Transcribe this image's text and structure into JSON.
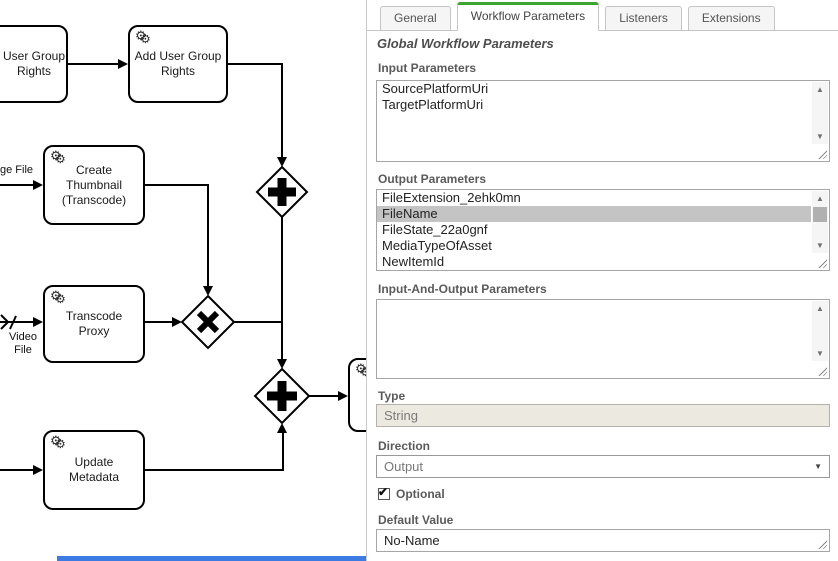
{
  "canvas": {
    "tasks": [
      {
        "label": "User Group Rights"
      },
      {
        "label": "Add User Group Rights"
      },
      {
        "label": "Create Thumbnail (Transcode)"
      },
      {
        "label": "Transcode Proxy"
      },
      {
        "label": "Update Metadata"
      },
      {
        "label": ""
      }
    ],
    "flow_labels": [
      {
        "text": "ge File"
      },
      {
        "text": "Video File"
      }
    ],
    "gateways": [
      {
        "type": "parallel-plus"
      },
      {
        "type": "exclusive-x"
      },
      {
        "type": "parallel-plus"
      }
    ]
  },
  "panel": {
    "tabs": [
      {
        "label": "General",
        "active": false
      },
      {
        "label": "Workflow Parameters",
        "active": true
      },
      {
        "label": "Listeners",
        "active": false
      },
      {
        "label": "Extensions",
        "active": false
      }
    ],
    "heading": "Global Workflow Parameters",
    "fields": {
      "input_parameters": {
        "label": "Input Parameters",
        "values": [
          "SourcePlatformUri",
          "TargetPlatformUri"
        ]
      },
      "output_parameters": {
        "label": "Output Parameters",
        "items": [
          "FileExtension_2ehk0mn",
          "FileName",
          "FileState_22a0gnf",
          "MediaTypeOfAsset",
          "NewItemId"
        ],
        "selected": "FileName"
      },
      "input_and_output_parameters": {
        "label": "Input-And-Output Parameters",
        "values": []
      },
      "type": {
        "label": "Type",
        "value": "String",
        "disabled": true
      },
      "direction": {
        "label": "Direction",
        "value": "Output"
      },
      "optional": {
        "label": "Optional",
        "checked": true
      },
      "default_value": {
        "label": "Default Value",
        "value": "No-Name"
      }
    }
  },
  "icons": {
    "gear": "⚙",
    "dropdown_arrow": "▼",
    "scroll_up": "▲",
    "scroll_down": "▼",
    "checkmark": "✔"
  },
  "colors": {
    "accent_green": "#3da42f",
    "selection_gray": "#c4c4c4",
    "disabled_bg": "#ece9e0",
    "blue_bar": "#3c7ce2"
  }
}
